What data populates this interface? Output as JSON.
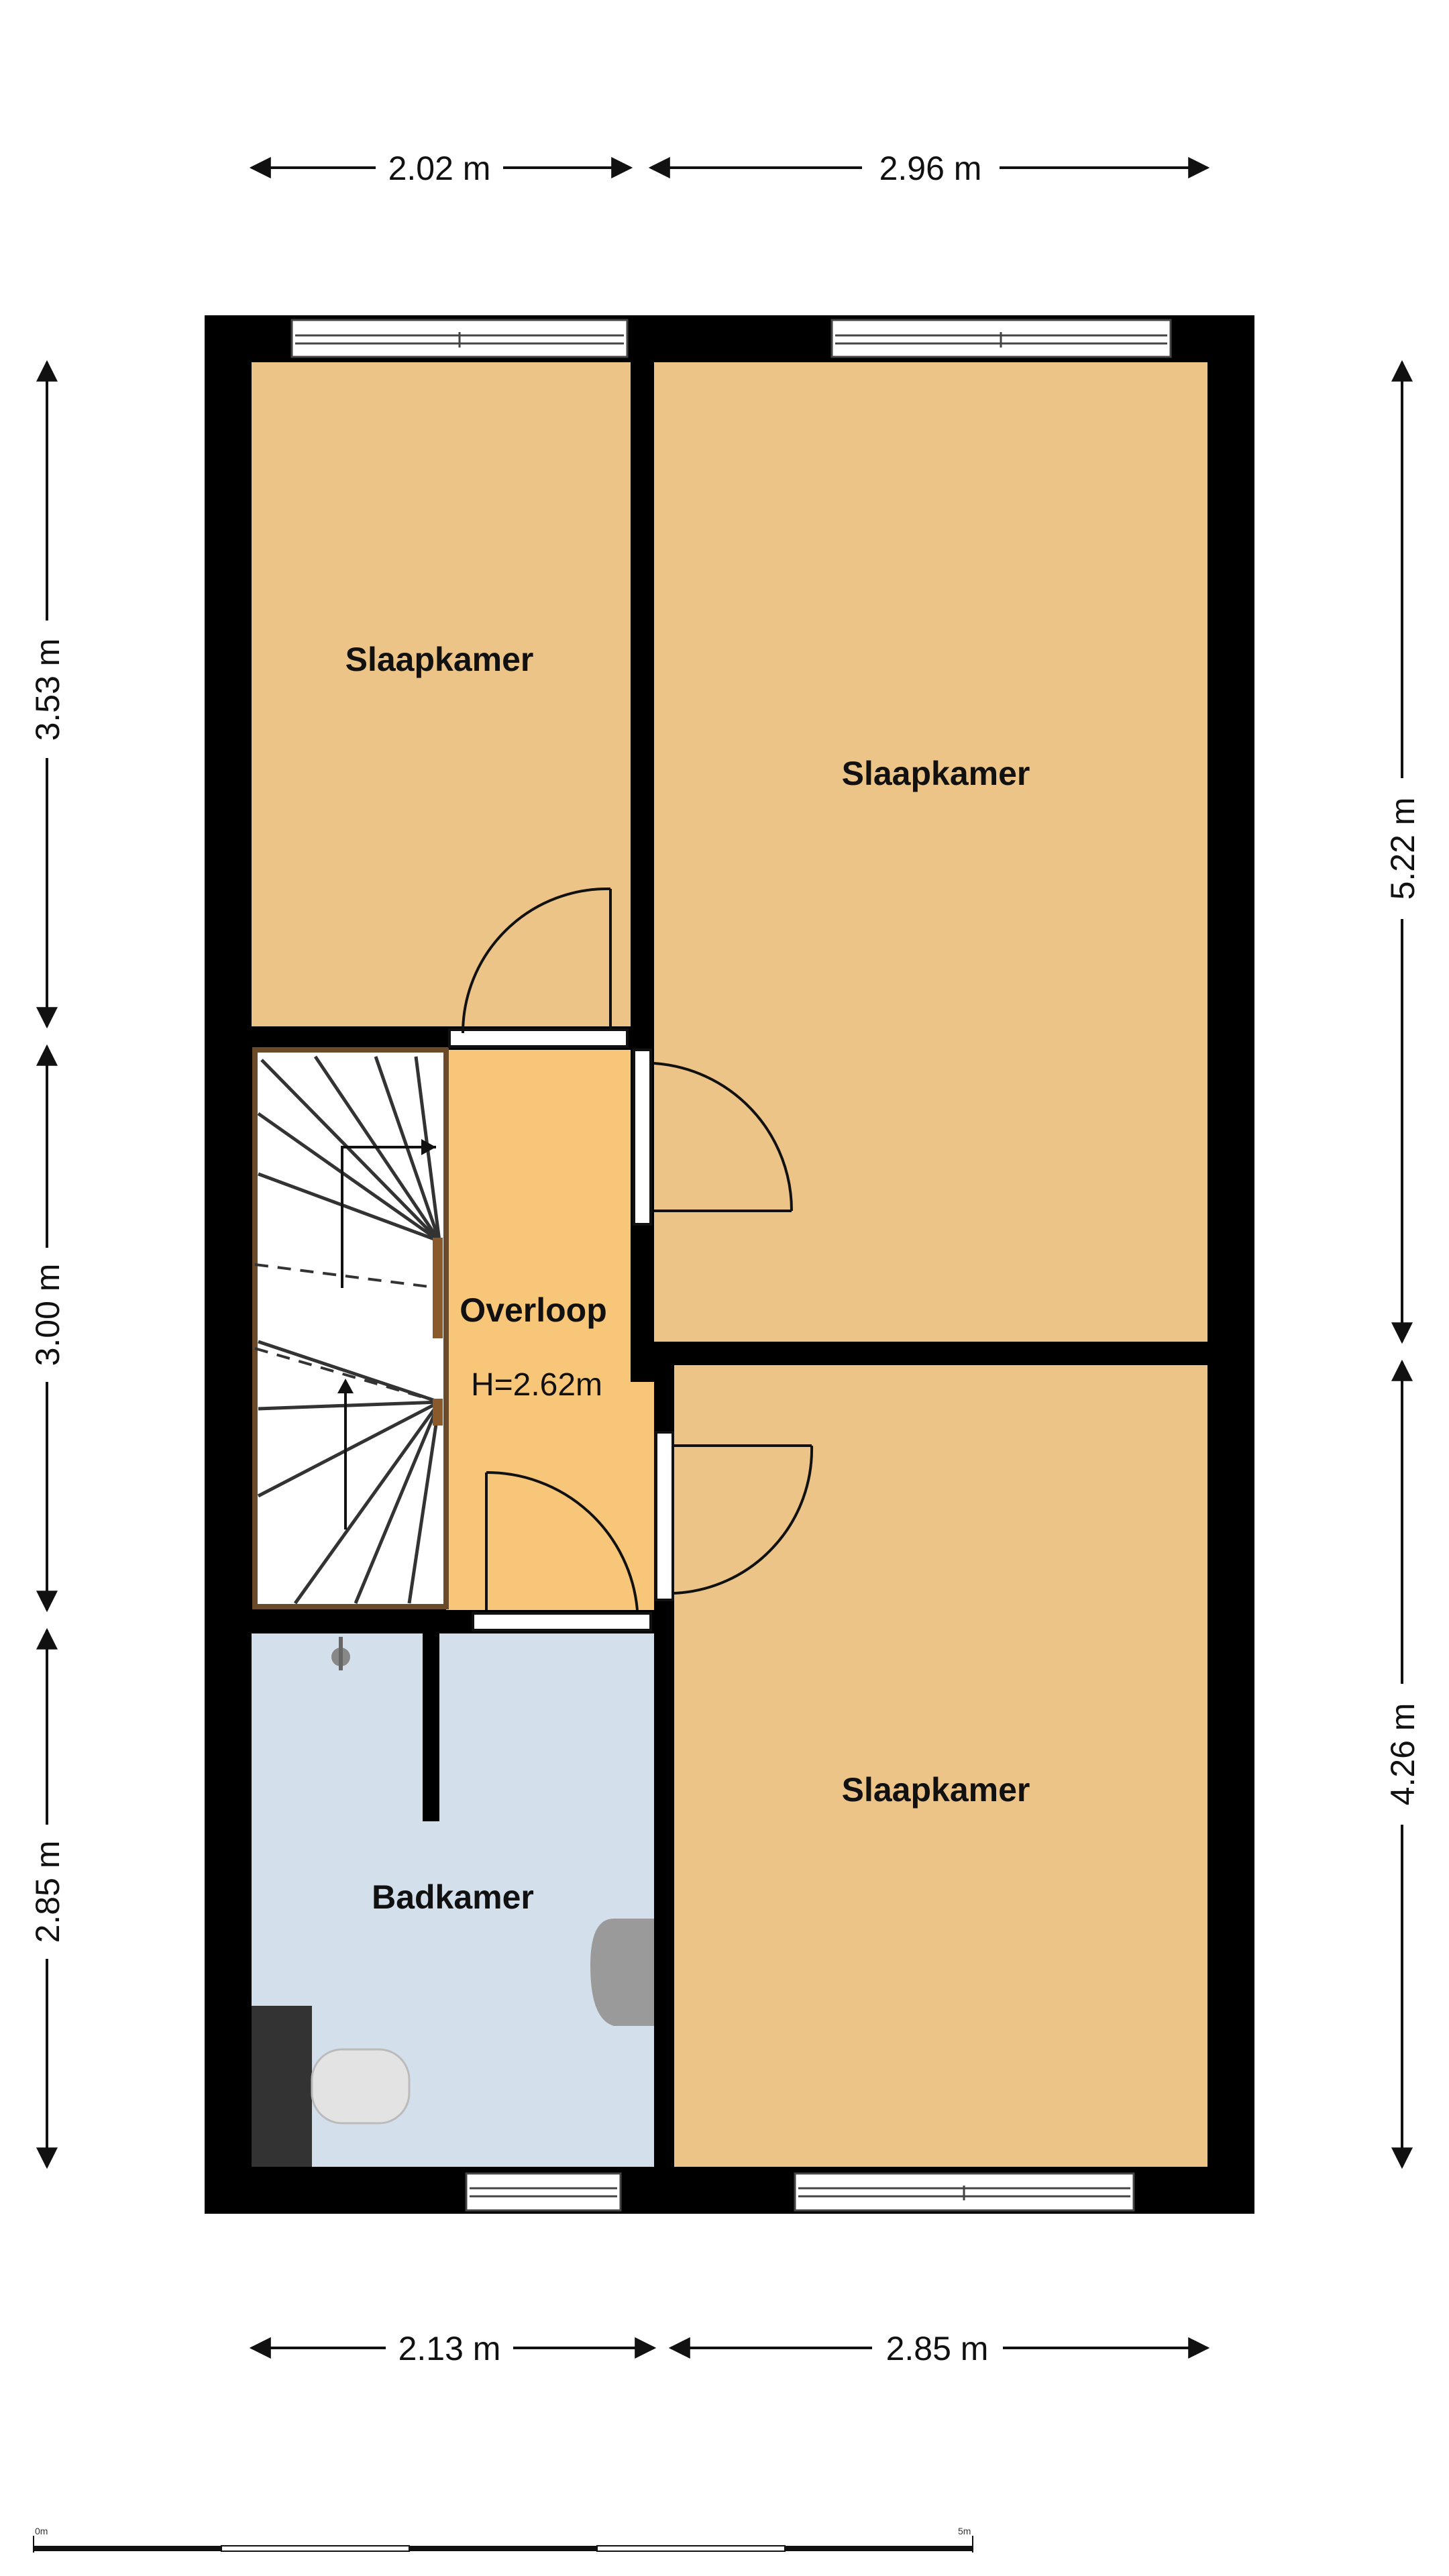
{
  "floorplan": {
    "rooms": {
      "bedroom_top_left": "Slaapkamer",
      "bedroom_top_right": "Slaapkamer",
      "bedroom_bottom_right": "Slaapkamer",
      "landing": "Overloop",
      "landing_height": "H=2.62m",
      "bathroom": "Badkamer"
    },
    "dimensions": {
      "top_left": "2.02 m",
      "top_right": "2.96 m",
      "bottom_left": "2.13 m",
      "bottom_right": "2.85 m",
      "left_top": "3.53 m",
      "left_middle": "3.00 m",
      "left_bottom": "2.85 m",
      "right_top": "5.22 m",
      "right_bottom": "4.26 m"
    },
    "scale_bar": {
      "start": "0m",
      "end": "5m"
    },
    "colors": {
      "bedroom": "#ecc488",
      "landing": "#f8c679",
      "bathroom": "#d4dfec",
      "wall": "#000000"
    }
  }
}
